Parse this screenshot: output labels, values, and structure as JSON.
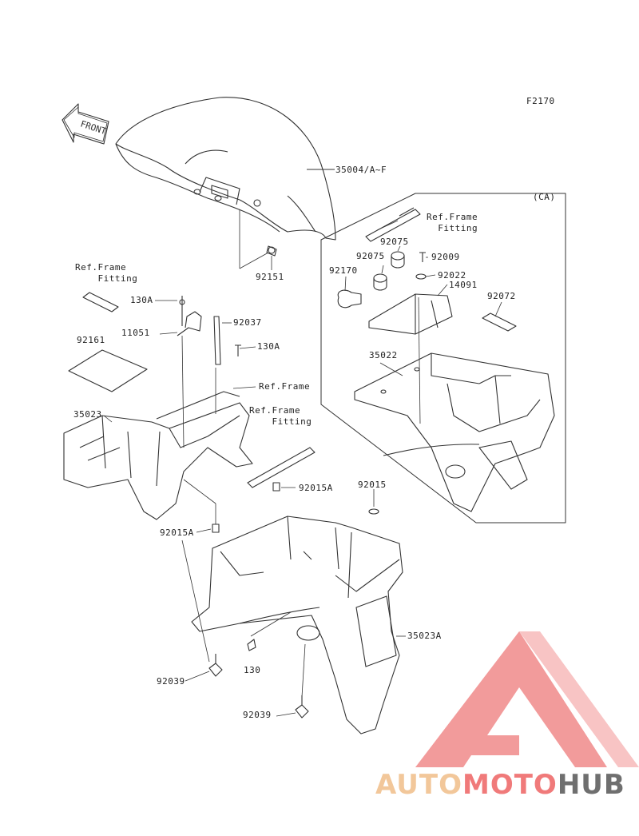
{
  "diagram": {
    "code": "F2170",
    "front_label": "FRONT",
    "ca_label": "(CA)"
  },
  "part_labels": {
    "p35004": "35004/A~F",
    "p92151": "92151",
    "ref_frame_fitting_top": "Ref.Frame\n  Fitting",
    "p92075_a": "92075",
    "p92075_b": "92075",
    "p92009": "92009",
    "p92170": "92170",
    "p92022": "92022",
    "p14091": "14091",
    "p92072": "92072",
    "p35022": "35022",
    "ref_frame_fitting_left": "Ref.Frame\n    Fitting",
    "p130a_1": "130A",
    "p11051": "11051",
    "p92037": "92037",
    "p92161": "92161",
    "p130a_2": "130A",
    "ref_frame": "Ref.Frame",
    "ref_frame_fitting_mid": "Ref.Frame\n    Fitting",
    "p35023": "35023",
    "p92015a_1": "92015A",
    "p92015": "92015",
    "p92015a_2": "92015A",
    "p35023a": "35023A",
    "p130": "130",
    "p92039_a": "92039",
    "p92039_b": "92039"
  },
  "watermark": {
    "part1": "AUTO",
    "part2": "MOTO",
    "part3": "HUB",
    "colors": {
      "part1": "#f2c79a",
      "part2": "#f07a7a",
      "part3": "#6f6f6f",
      "logo": "#f08a8a"
    }
  }
}
